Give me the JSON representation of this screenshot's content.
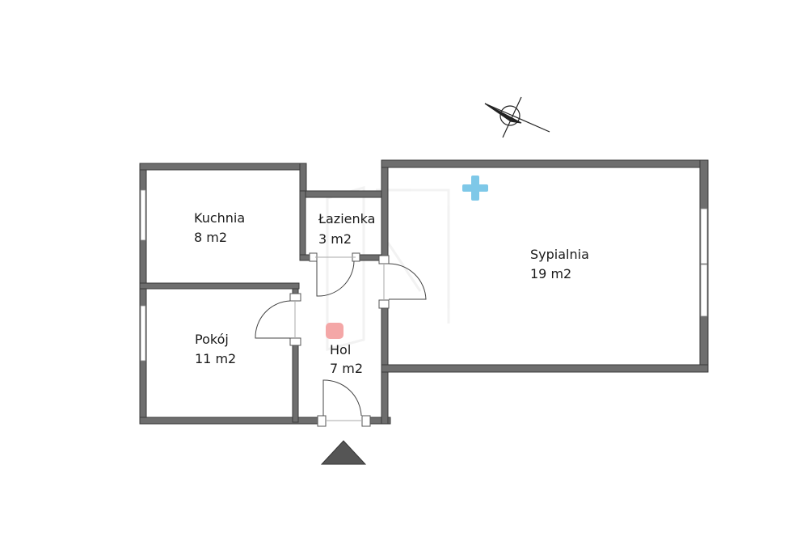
{
  "floorplan": {
    "rooms": [
      {
        "id": "kuchnia",
        "name": "Kuchnia",
        "area": "8 m2"
      },
      {
        "id": "lazienka",
        "name": "Łazienka",
        "area": "3 m2"
      },
      {
        "id": "sypialnia",
        "name": "Sypialnia",
        "area": "19 m2"
      },
      {
        "id": "pokoj",
        "name": "Pokój",
        "area": "11 m2"
      },
      {
        "id": "hol",
        "name": "Hol",
        "area": "7 m2"
      }
    ],
    "colors": {
      "wall": "#6e6e6e",
      "entrance_marker": "#555555",
      "marker_plus": "#7ec8e8",
      "marker_dot": "#f4a7a7"
    },
    "icons": [
      "compass-icon",
      "entrance-arrow-icon",
      "plus-marker-icon",
      "dot-marker-icon"
    ]
  }
}
